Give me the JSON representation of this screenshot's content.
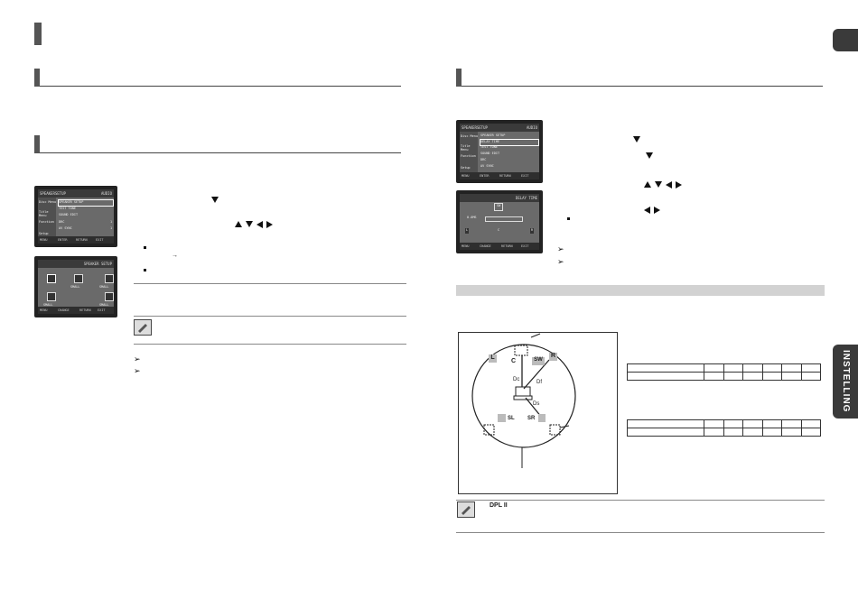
{
  "right_tab": {
    "label": "INSTELLING"
  },
  "left_page": {
    "screen1": {
      "header_left": "SPEAKERSETUP",
      "header_right": "AUDIO",
      "menu_items": [
        "Disc Menu",
        "Title Menu",
        "Function",
        "Setup"
      ],
      "rows": [
        "SPEAKER SETUP",
        "TEST TONE",
        "SOUND EDIT",
        "DRC",
        "AV SYNC"
      ],
      "row_values": [
        "",
        "",
        "",
        "1",
        "1"
      ],
      "footer": [
        "MENU",
        "ENTER",
        "RETURN",
        "EXIT"
      ]
    },
    "screen2": {
      "header_right": "SPEAKER SETUP",
      "labels": [
        "SMALL",
        "SMALL",
        "SMALL",
        "SMALL"
      ],
      "footer": [
        "MENU",
        "CHANGE",
        "RETURN",
        "EXIT"
      ]
    },
    "arrow_sep": "→"
  },
  "right_page": {
    "screen3": {
      "header_left": "SPEAKERSETUP",
      "header_right": "AUDIO",
      "menu_items": [
        "Disc Menu",
        "Title Menu",
        "Function",
        "Setup"
      ],
      "rows": [
        "SPEAKER SETUP",
        "DELAY TIME",
        "TEST TONE",
        "SOUND EDIT",
        "DRC",
        "AV SYNC"
      ],
      "footer": [
        "MENU",
        "ENTER",
        "RETURN",
        "EXIT"
      ]
    },
    "screen4": {
      "header_right": "DELAY TIME",
      "badge": "SW",
      "row_label": "0.0MS",
      "letters": [
        "L",
        "C",
        "R"
      ],
      "footer": [
        "MENU",
        "CHANGE",
        "RETURN",
        "EXIT"
      ]
    },
    "diagram": {
      "speakers": [
        "L",
        "C",
        "SW",
        "R",
        "SL",
        "SR"
      ],
      "distances": [
        "Dc",
        "Df",
        "Ds"
      ]
    },
    "note_symbol": "DPL II"
  }
}
